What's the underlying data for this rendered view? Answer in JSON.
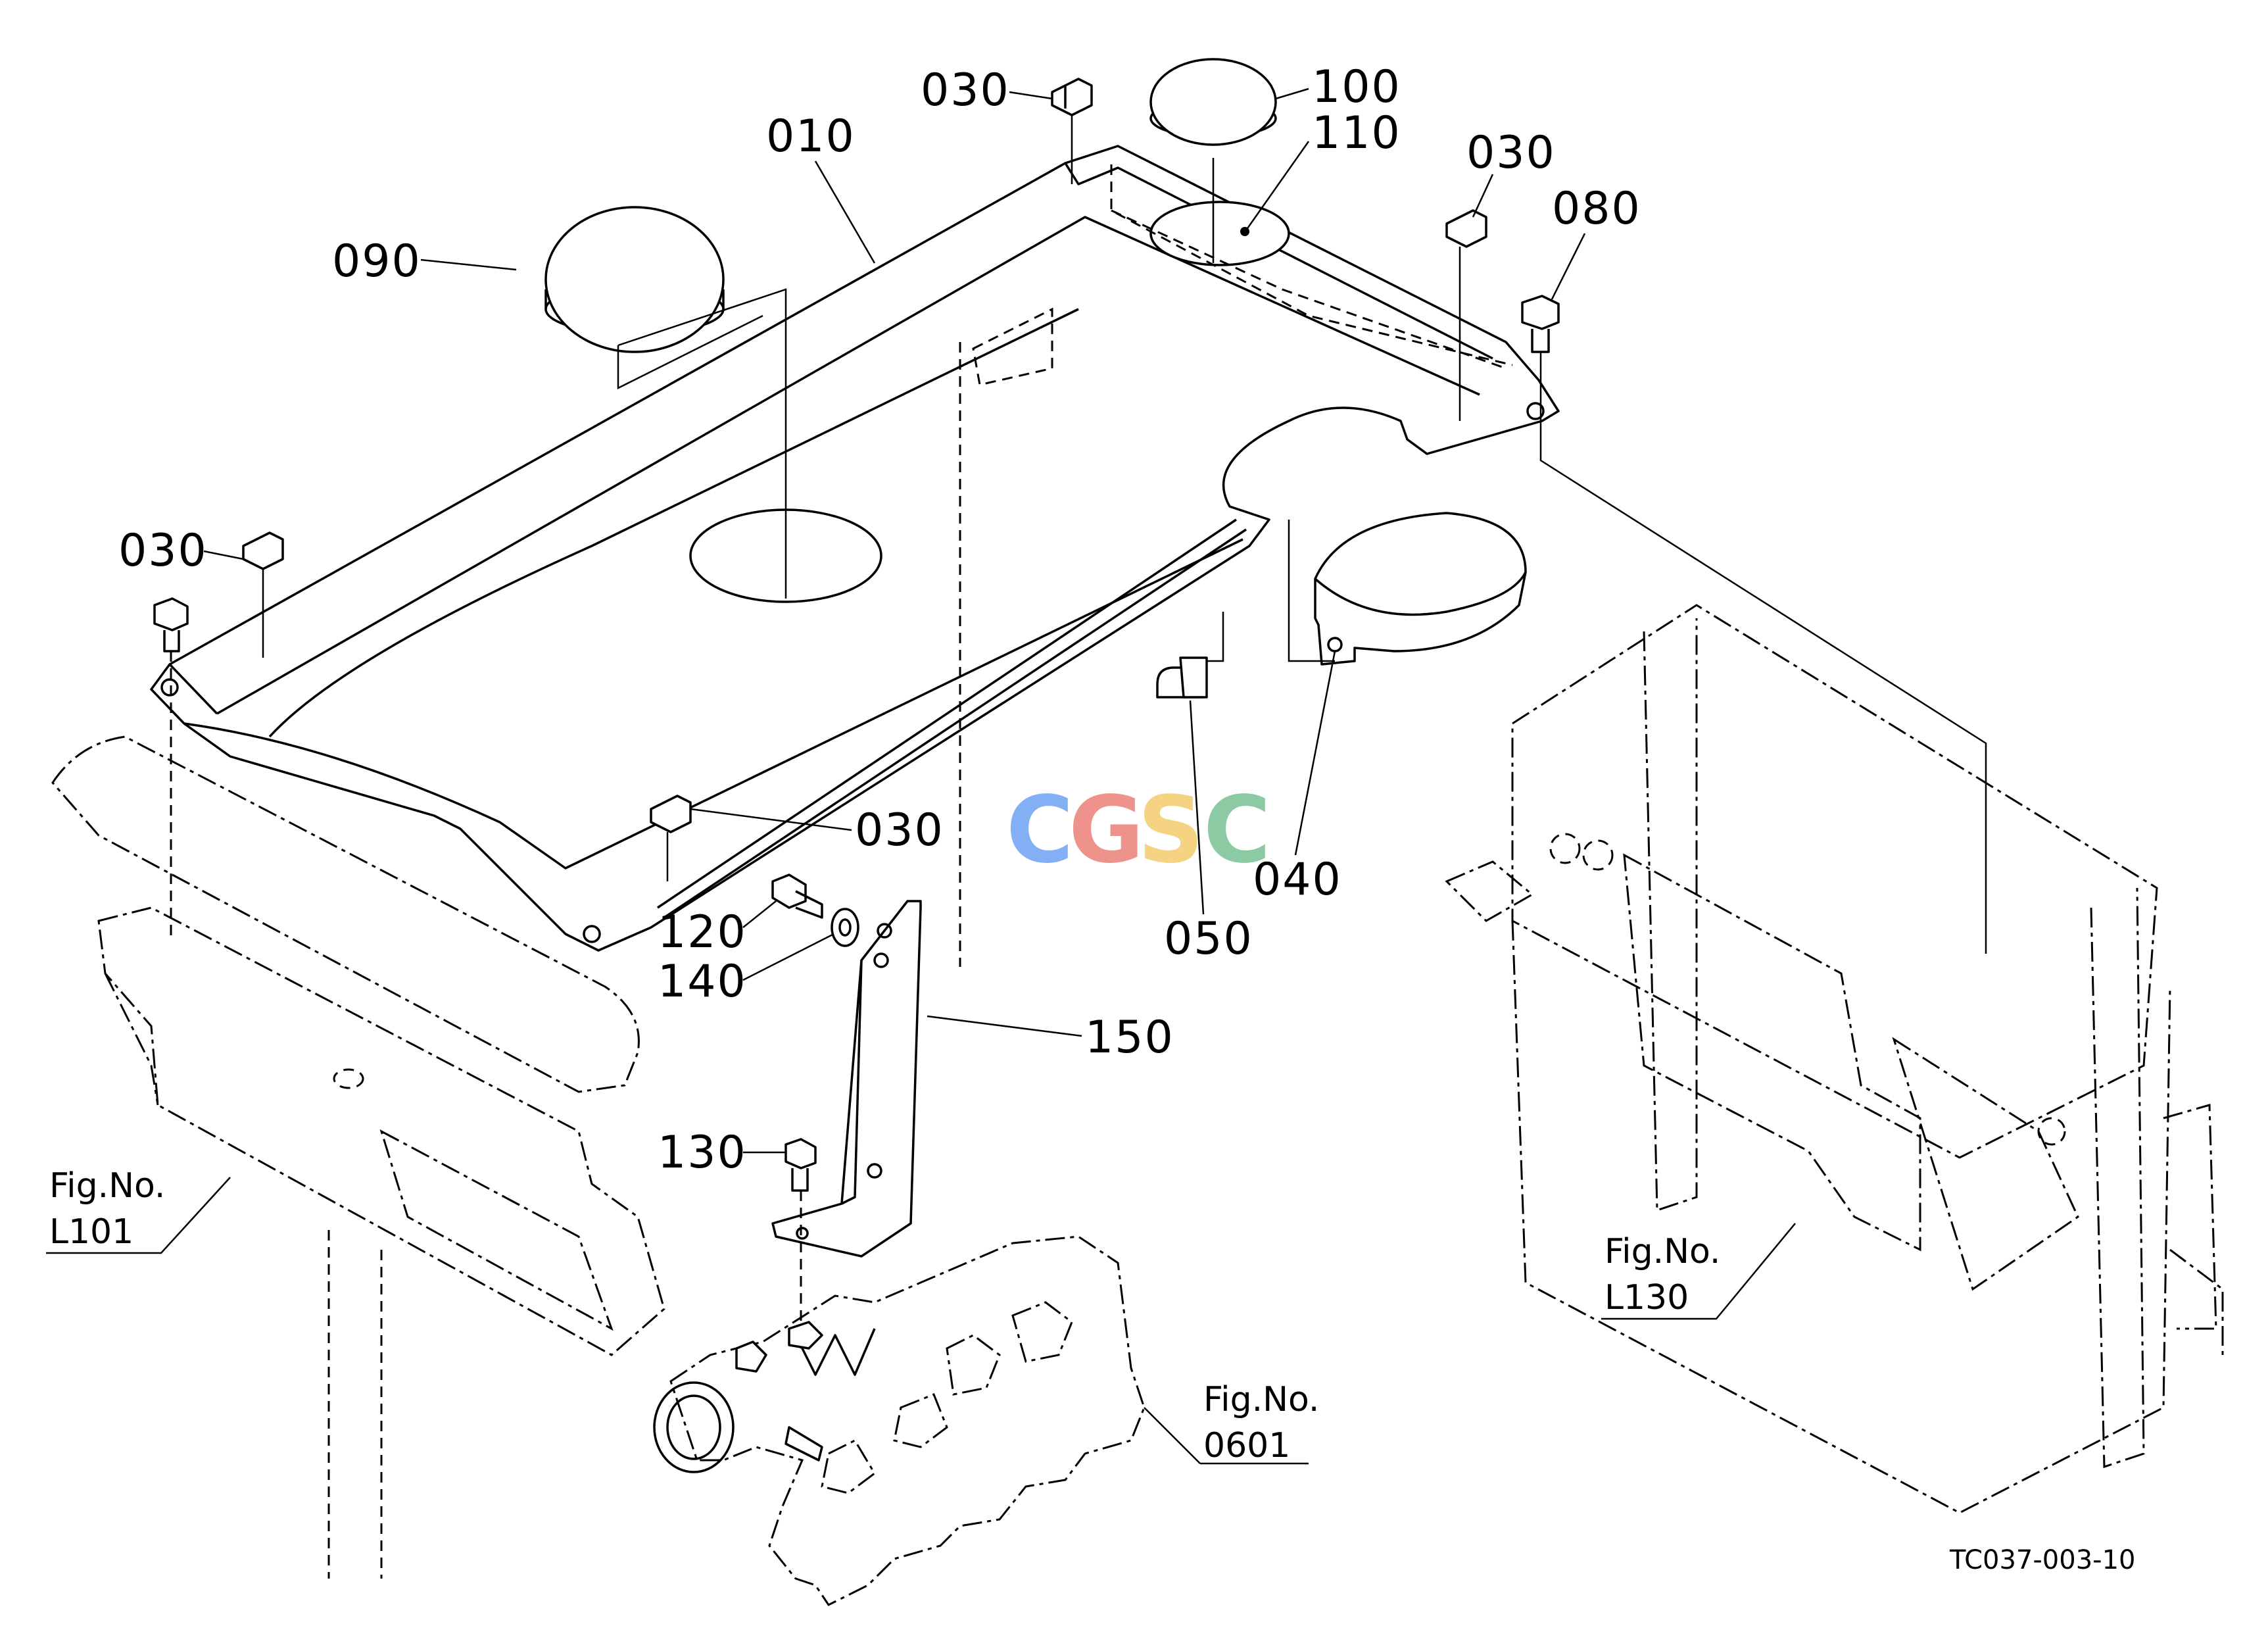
{
  "parts": [
    {
      "id": "p010",
      "label": "010"
    },
    {
      "id": "p090",
      "label": "090"
    },
    {
      "id": "p030a",
      "label": "030"
    },
    {
      "id": "p100",
      "label": "100"
    },
    {
      "id": "p110",
      "label": "110"
    },
    {
      "id": "p030b",
      "label": "030"
    },
    {
      "id": "p080",
      "label": "080"
    },
    {
      "id": "p030c",
      "label": "030"
    },
    {
      "id": "p030d",
      "label": "030"
    },
    {
      "id": "p120",
      "label": "120"
    },
    {
      "id": "p140",
      "label": "140"
    },
    {
      "id": "p050",
      "label": "050"
    },
    {
      "id": "p040",
      "label": "040"
    },
    {
      "id": "p150",
      "label": "150"
    },
    {
      "id": "p130",
      "label": "130"
    }
  ],
  "references": [
    {
      "id": "ref-l101",
      "title": "Fig.No.",
      "number": "L101"
    },
    {
      "id": "ref-l130",
      "title": "Fig.No.",
      "number": "L130"
    },
    {
      "id": "ref-0601",
      "title": "Fig.No.",
      "number": "0601"
    }
  ],
  "drawing_code": "TC037-003-10",
  "watermark": {
    "letters": [
      "C",
      "G",
      "S",
      "C"
    ],
    "colors": [
      "#4f8ef0",
      "#e8665c",
      "#f2c14e",
      "#5bb57d"
    ]
  }
}
